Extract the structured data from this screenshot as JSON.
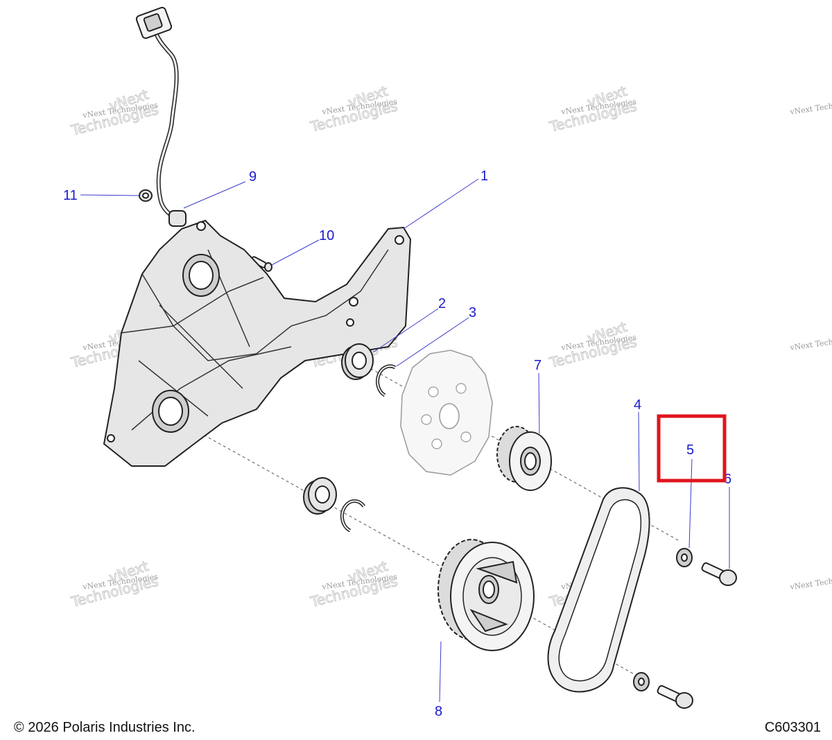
{
  "diagram": {
    "callouts": [
      {
        "id": "1",
        "label": "1"
      },
      {
        "id": "2",
        "label": "2"
      },
      {
        "id": "3",
        "label": "3"
      },
      {
        "id": "4",
        "label": "4"
      },
      {
        "id": "5",
        "label": "5"
      },
      {
        "id": "6",
        "label": "6"
      },
      {
        "id": "7",
        "label": "7"
      },
      {
        "id": "8",
        "label": "8"
      },
      {
        "id": "9",
        "label": "9"
      },
      {
        "id": "10",
        "label": "10"
      },
      {
        "id": "11",
        "label": "11"
      }
    ],
    "highlighted_callout": "5",
    "highlight_color": "#e0141e",
    "callout_color": "#1a1acc",
    "watermark": {
      "line1": "vNext",
      "line2": "vNext Technologies",
      "line3": "Technologies"
    }
  },
  "footer": {
    "copyright": "© 2026 Polaris Industries Inc.",
    "drawing_id": "C603301"
  }
}
